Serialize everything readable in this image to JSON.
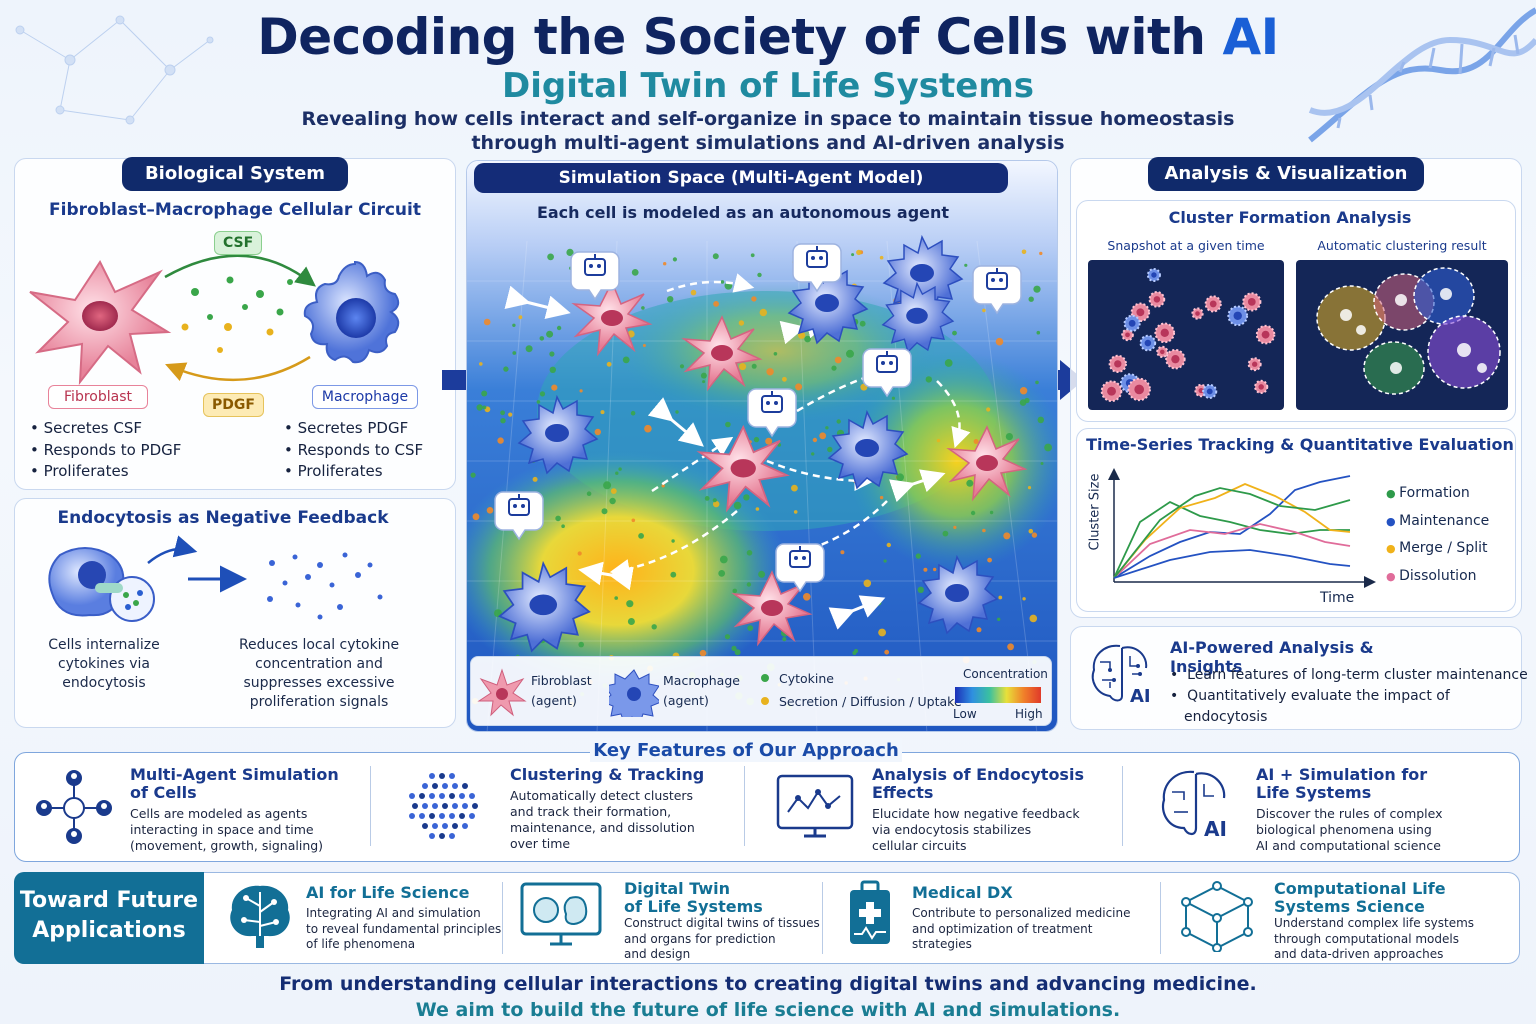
{
  "header": {
    "title": "Decoding the Society of Cells with ",
    "title_highlight": "AI",
    "subtitle": "Digital Twin of Life Systems",
    "desc1": "Revealing how cells interact and self-organize in space to maintain tissue homeostasis",
    "desc2": "through multi-agent simulations and AI-driven analysis"
  },
  "biological": {
    "pill": "Biological System",
    "circuit_title": "Fibroblast–Macrophage Cellular Circuit",
    "csf": "CSF",
    "pdgf": "PDGF",
    "fibroblast": "Fibroblast",
    "macrophage": "Macrophage",
    "fib_bullets": [
      "Secretes CSF",
      "Responds to PDGF",
      "Proliferates"
    ],
    "mac_bullets": [
      "Secretes PDGF",
      "Responds to CSF",
      "Proliferates"
    ]
  },
  "endocytosis": {
    "title": "Endocytosis as Negative Feedback",
    "left_text": [
      "Cells internalize",
      "cytokines via",
      "endocytosis"
    ],
    "right_text": [
      "Reduces local cytokine",
      "concentration and",
      "suppresses excessive",
      "proliferation signals"
    ]
  },
  "simulation": {
    "pill": "Simulation Space (Multi-Agent Model)",
    "subtitle": "Each cell is modeled as an autonomous agent",
    "legend": {
      "fibroblast": "Fibroblast",
      "fib_agent": "(agent)",
      "macrophage": "Macrophage",
      "mac_agent": "(agent)",
      "cytokine": "Cytokine",
      "secretion": "Secretion / Diffusion / Uptake",
      "concentration": "Concentration",
      "low": "Low",
      "high": "High"
    }
  },
  "analysis": {
    "pill": "Analysis & Visualization",
    "cluster_title": "Cluster Formation Analysis",
    "snapshot": "Snapshot at a given time",
    "auto": "Automatic clustering result",
    "ts_title": "Time-Series Tracking & Quantitative Evaluation",
    "ylabel": "Cluster Size",
    "xlabel": "Time",
    "series": [
      {
        "name": "Formation",
        "color": "#2e9a4a"
      },
      {
        "name": "Maintenance",
        "color": "#2452c2"
      },
      {
        "name": "Merge / Split",
        "color": "#f0b21a"
      },
      {
        "name": "Dissolution",
        "color": "#e06c9a"
      }
    ],
    "ai_title": "AI-Powered Analysis & Insights",
    "ai_bullets": [
      "Learn features of long-term cluster maintenance",
      "Quantitatively evaluate the impact of",
      "endocytosis"
    ]
  },
  "features": {
    "title": "Key Features of Our Approach",
    "items": [
      {
        "title1": "Multi-Agent Simulation",
        "title2": "of Cells",
        "text": [
          "Cells are modeled as agents",
          "interacting in space and time",
          "(movement, growth, signaling)"
        ]
      },
      {
        "title1": "Clustering & Tracking",
        "title2": "",
        "text": [
          "Automatically detect clusters",
          "and track their formation,",
          "maintenance, and dissolution",
          "over time"
        ]
      },
      {
        "title1": "Analysis of Endocytosis",
        "title2": "Effects",
        "text": [
          "Elucidate how negative feedback",
          "via endocytosis stabilizes",
          "cellular circuits"
        ]
      },
      {
        "title1": "AI + Simulation for",
        "title2": "Life Systems",
        "text": [
          "Discover the rules of complex",
          "biological phenomena using",
          "AI and computational science"
        ]
      }
    ]
  },
  "future": {
    "left1": "Toward Future",
    "left2": "Applications",
    "items": [
      {
        "title1": "AI for Life Science",
        "title2": "",
        "text": [
          "Integrating AI and simulation",
          "to reveal fundamental principles",
          "of life phenomena"
        ]
      },
      {
        "title1": "Digital Twin",
        "title2": "of Life Systems",
        "text": [
          "Construct digital twins of tissues",
          "and organs for prediction",
          "and design"
        ]
      },
      {
        "title1": "Medical DX",
        "title2": "",
        "text": [
          "Contribute to personalized medicine",
          "and optimization of treatment",
          "strategies"
        ]
      },
      {
        "title1": "Computational Life",
        "title2": "Systems Science",
        "text": [
          "Understand complex life systems",
          "through computational models",
          "and data-driven approaches"
        ]
      }
    ]
  },
  "footer": {
    "line1": "From understanding cellular interactions to creating digital twins and advancing medicine.",
    "line2": "We aim to build the future of life science with AI and simulations."
  },
  "icon_ai_label": "AI",
  "colors": {
    "fibroblast": "#e98aa0",
    "macrophage": "#5a7fe0",
    "navy": "#102a6b",
    "teal": "#126f96"
  }
}
